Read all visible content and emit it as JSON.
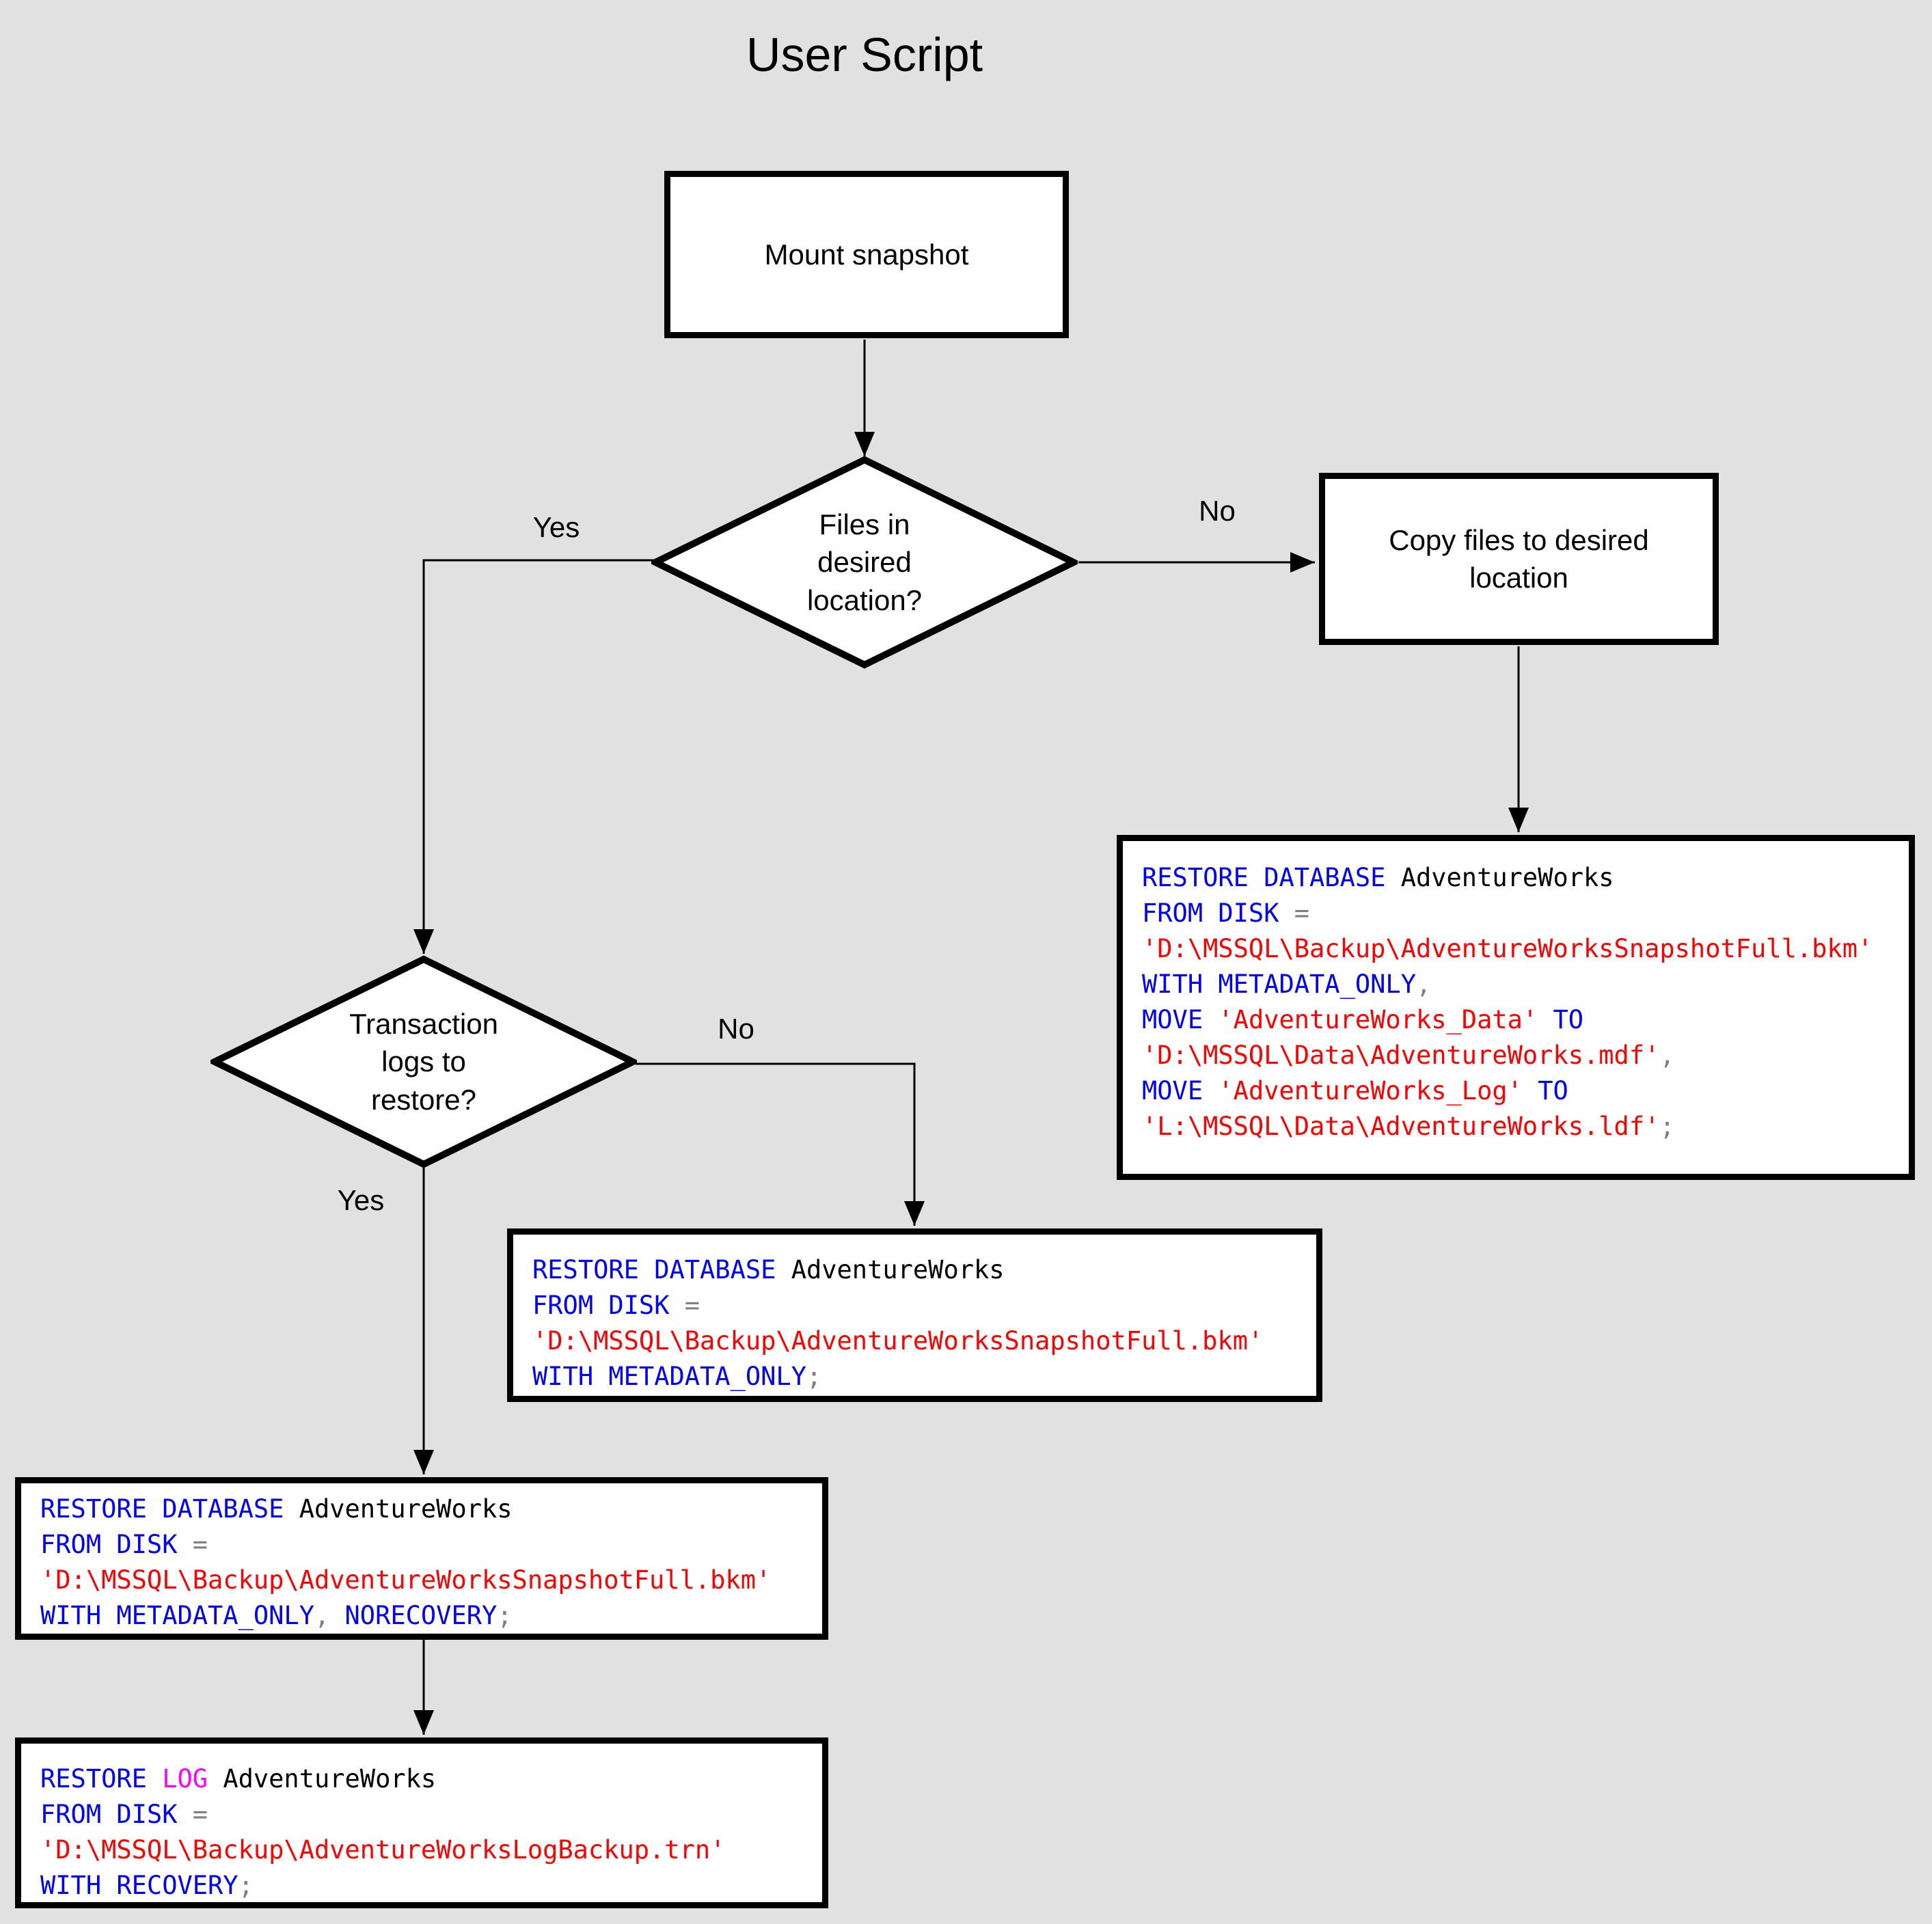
{
  "title": "User Script",
  "syntax_colors": {
    "kw": "#0000ff",
    "str": "#ff0000",
    "op": "#808080",
    "id": "#000000",
    "log": "#ff00ff"
  },
  "nodes": {
    "mount": {
      "label": "Mount snapshot"
    },
    "decision_files": {
      "label": "Files in\ndesired\nlocation?"
    },
    "copy": {
      "label": "Copy files to desired\nlocation"
    },
    "decision_logs": {
      "label": "Transaction\nlogs to\nrestore?"
    }
  },
  "edge_labels": {
    "files_yes": "Yes",
    "files_no": "No",
    "logs_yes": "Yes",
    "logs_no": "No"
  },
  "code_boxes": {
    "restore_move": {
      "lines": [
        [
          {
            "t": "RESTORE DATABASE",
            "c": "kw"
          },
          {
            "t": " AdventureWorks",
            "c": "id"
          }
        ],
        [
          {
            "t": "FROM DISK ",
            "c": "kw"
          },
          {
            "t": "=",
            "c": "op"
          }
        ],
        [
          {
            "t": "'D:\\MSSQL\\Backup\\AdventureWorksSnapshotFull.bkm'",
            "c": "str"
          }
        ],
        [
          {
            "t": "WITH METADATA_ONLY",
            "c": "kw"
          },
          {
            "t": ",",
            "c": "op"
          }
        ],
        [
          {
            "t": "MOVE ",
            "c": "kw"
          },
          {
            "t": "'AdventureWorks_Data'",
            "c": "str"
          },
          {
            "t": " TO",
            "c": "kw"
          }
        ],
        [
          {
            "t": "'D:\\MSSQL\\Data\\AdventureWorks.mdf'",
            "c": "str"
          },
          {
            "t": ",",
            "c": "op"
          }
        ],
        [
          {
            "t": "MOVE ",
            "c": "kw"
          },
          {
            "t": "'AdventureWorks_Log'",
            "c": "str"
          },
          {
            "t": " TO",
            "c": "kw"
          }
        ],
        [
          {
            "t": "'L:\\MSSQL\\Data\\AdventureWorks.ldf'",
            "c": "str"
          },
          {
            "t": ";",
            "c": "op"
          }
        ]
      ]
    },
    "restore_metadata_only": {
      "lines": [
        [
          {
            "t": "RESTORE DATABASE",
            "c": "kw"
          },
          {
            "t": " AdventureWorks",
            "c": "id"
          }
        ],
        [
          {
            "t": "FROM DISK ",
            "c": "kw"
          },
          {
            "t": "=",
            "c": "op"
          }
        ],
        [
          {
            "t": "'D:\\MSSQL\\Backup\\AdventureWorksSnapshotFull.bkm'",
            "c": "str"
          }
        ],
        [
          {
            "t": "WITH METADATA_ONLY",
            "c": "kw"
          },
          {
            "t": ";",
            "c": "op"
          }
        ]
      ]
    },
    "restore_norecovery": {
      "lines": [
        [
          {
            "t": "RESTORE DATABASE",
            "c": "kw"
          },
          {
            "t": " AdventureWorks",
            "c": "id"
          }
        ],
        [
          {
            "t": "FROM DISK ",
            "c": "kw"
          },
          {
            "t": "=",
            "c": "op"
          }
        ],
        [
          {
            "t": "'D:\\MSSQL\\Backup\\AdventureWorksSnapshotFull.bkm'",
            "c": "str"
          }
        ],
        [
          {
            "t": "WITH METADATA_ONLY",
            "c": "kw"
          },
          {
            "t": ",",
            "c": "op"
          },
          {
            "t": " NORECOVERY",
            "c": "kw"
          },
          {
            "t": ";",
            "c": "op"
          }
        ]
      ]
    },
    "restore_log": {
      "lines": [
        [
          {
            "t": "RESTORE ",
            "c": "kw"
          },
          {
            "t": "LOG",
            "c": "log"
          },
          {
            "t": " AdventureWorks",
            "c": "id"
          }
        ],
        [
          {
            "t": "FROM DISK ",
            "c": "kw"
          },
          {
            "t": "=",
            "c": "op"
          }
        ],
        [
          {
            "t": "'D:\\MSSQL\\Backup\\AdventureWorksLogBackup.trn'",
            "c": "str"
          }
        ],
        [
          {
            "t": "WITH RECOVERY",
            "c": "kw"
          },
          {
            "t": ";",
            "c": "op"
          }
        ]
      ]
    }
  }
}
